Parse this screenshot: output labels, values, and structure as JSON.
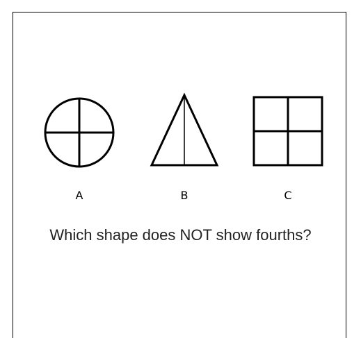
{
  "shapes": [
    {
      "id": "circle",
      "label": "A",
      "parts": 4
    },
    {
      "id": "triangle",
      "label": "B",
      "parts": 2
    },
    {
      "id": "square",
      "label": "C",
      "parts": 4
    }
  ],
  "question": "Which shape does NOT show fourths?",
  "colors": {
    "stroke": "#000000",
    "text": "#222222",
    "background": "#ffffff"
  }
}
